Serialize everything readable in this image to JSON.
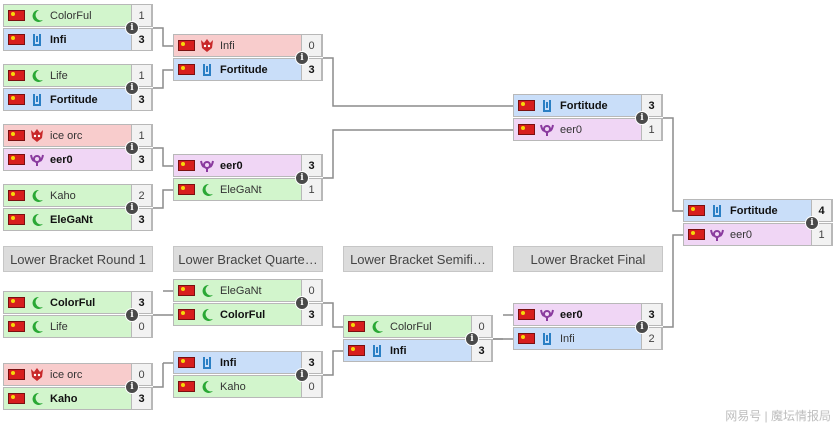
{
  "colors": {
    "human": "#c9def9",
    "undead": "#f0d6f5",
    "orc": "#f8cccc",
    "nightelf": "#d2f5cc",
    "line": "#8c8c8c"
  },
  "icons": {
    "human": "human-icon",
    "undead": "undead-icon",
    "orc": "orc-icon",
    "nightelf": "nightelf-icon",
    "flag": "china-flag-icon",
    "info": "info-icon"
  },
  "round_headers": [
    "Lower Bracket Round 1",
    "Lower Bracket Quarte…",
    "Lower Bracket Semifi…",
    "Lower Bracket Final"
  ],
  "matches": [
    {
      "id": "ub-r1-m1",
      "players": [
        {
          "name": "ColorFul",
          "race": "nightelf",
          "score": "1",
          "winner": false
        },
        {
          "name": "Infi",
          "race": "human",
          "score": "3",
          "winner": true
        }
      ]
    },
    {
      "id": "ub-r1-m2",
      "players": [
        {
          "name": "Life",
          "race": "nightelf",
          "score": "1",
          "winner": false
        },
        {
          "name": "Fortitude",
          "race": "human",
          "score": "3",
          "winner": true
        }
      ]
    },
    {
      "id": "ub-r1-m3",
      "players": [
        {
          "name": "ice orc",
          "race": "orc",
          "score": "1",
          "winner": false
        },
        {
          "name": "eer0",
          "race": "undead",
          "score": "3",
          "winner": true
        }
      ]
    },
    {
      "id": "ub-r1-m4",
      "players": [
        {
          "name": "Kaho",
          "race": "nightelf",
          "score": "2",
          "winner": false
        },
        {
          "name": "EleGaNt",
          "race": "nightelf",
          "score": "3",
          "winner": true
        }
      ]
    },
    {
      "id": "ub-sf-m1",
      "players": [
        {
          "name": "Infi",
          "race": "orc",
          "score": "0",
          "winner": false
        },
        {
          "name": "Fortitude",
          "race": "human",
          "score": "3",
          "winner": true
        }
      ]
    },
    {
      "id": "ub-sf-m2",
      "players": [
        {
          "name": "eer0",
          "race": "undead",
          "score": "3",
          "winner": true
        },
        {
          "name": "EleGaNt",
          "race": "nightelf",
          "score": "1",
          "winner": false
        }
      ]
    },
    {
      "id": "ub-final",
      "players": [
        {
          "name": "Fortitude",
          "race": "human",
          "score": "3",
          "winner": true
        },
        {
          "name": "eer0",
          "race": "undead",
          "score": "1",
          "winner": false
        }
      ]
    },
    {
      "id": "grand-final",
      "players": [
        {
          "name": "Fortitude",
          "race": "human",
          "score": "4",
          "winner": true
        },
        {
          "name": "eer0",
          "race": "undead",
          "score": "1",
          "winner": false
        }
      ]
    },
    {
      "id": "lb-r1-m1",
      "players": [
        {
          "name": "ColorFul",
          "race": "nightelf",
          "score": "3",
          "winner": true
        },
        {
          "name": "Life",
          "race": "nightelf",
          "score": "0",
          "winner": false
        }
      ]
    },
    {
      "id": "lb-r1-m2",
      "players": [
        {
          "name": "ice orc",
          "race": "orc",
          "score": "0",
          "winner": false
        },
        {
          "name": "Kaho",
          "race": "nightelf",
          "score": "3",
          "winner": true
        }
      ]
    },
    {
      "id": "lb-qf-m1",
      "players": [
        {
          "name": "EleGaNt",
          "race": "nightelf",
          "score": "0",
          "winner": false
        },
        {
          "name": "ColorFul",
          "race": "nightelf",
          "score": "3",
          "winner": true
        }
      ]
    },
    {
      "id": "lb-qf-m2",
      "players": [
        {
          "name": "Infi",
          "race": "human",
          "score": "3",
          "winner": true
        },
        {
          "name": "Kaho",
          "race": "nightelf",
          "score": "0",
          "winner": false
        }
      ]
    },
    {
      "id": "lb-sf",
      "players": [
        {
          "name": "ColorFul",
          "race": "nightelf",
          "score": "0",
          "winner": false
        },
        {
          "name": "Infi",
          "race": "human",
          "score": "3",
          "winner": true
        }
      ]
    },
    {
      "id": "lb-final",
      "players": [
        {
          "name": "eer0",
          "race": "undead",
          "score": "3",
          "winner": true
        },
        {
          "name": "Infi",
          "race": "human",
          "score": "2",
          "winner": false
        }
      ]
    }
  ],
  "watermark": "网易号 | 魔坛情报局"
}
